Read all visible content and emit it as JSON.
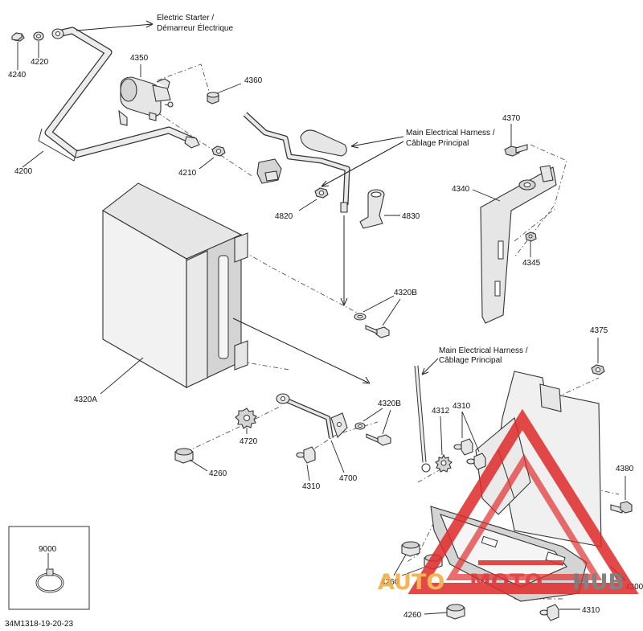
{
  "diagram": {
    "code": "34M1318-19-20-23",
    "notes": {
      "starter_l1": "Electric Starter /",
      "starter_l2": "Démarreur Électrique",
      "harness1_l1": "Main Electrical Harness /",
      "harness1_l2": "Câblage Principal",
      "harness2_l1": "Main Electrical Harness /",
      "harness2_l2": "Câblage Principal"
    },
    "labels": {
      "p4240": "4240",
      "p4220": "4220",
      "p4350": "4350",
      "p4360": "4360",
      "p4200": "4200",
      "p4210": "4210",
      "p4820": "4820",
      "p4830": "4830",
      "p4370": "4370",
      "p4340": "4340",
      "p4345": "4345",
      "p4320B_top": "4320B",
      "p4320A": "4320A",
      "p4375": "4375",
      "p4320B_mid": "4320B",
      "p4720": "4720",
      "p4312": "4312",
      "p4310_right": "4310",
      "p4260_left": "4260",
      "p4310_mid": "4310",
      "p4700": "4700",
      "p4380": "4380",
      "p4300": "4300",
      "p4260_br1": "4260",
      "p4260_br2": "4260",
      "p4310_bottom": "4310",
      "p9000": "9000"
    },
    "colors": {
      "watermark_red": "#e02a2a",
      "watermark_orange": "#f3a93b",
      "watermark_gray": "#6d6d6d"
    }
  },
  "watermark": {
    "auto": "AUTO",
    "moto": "MOTO",
    "hub": "HUB"
  }
}
